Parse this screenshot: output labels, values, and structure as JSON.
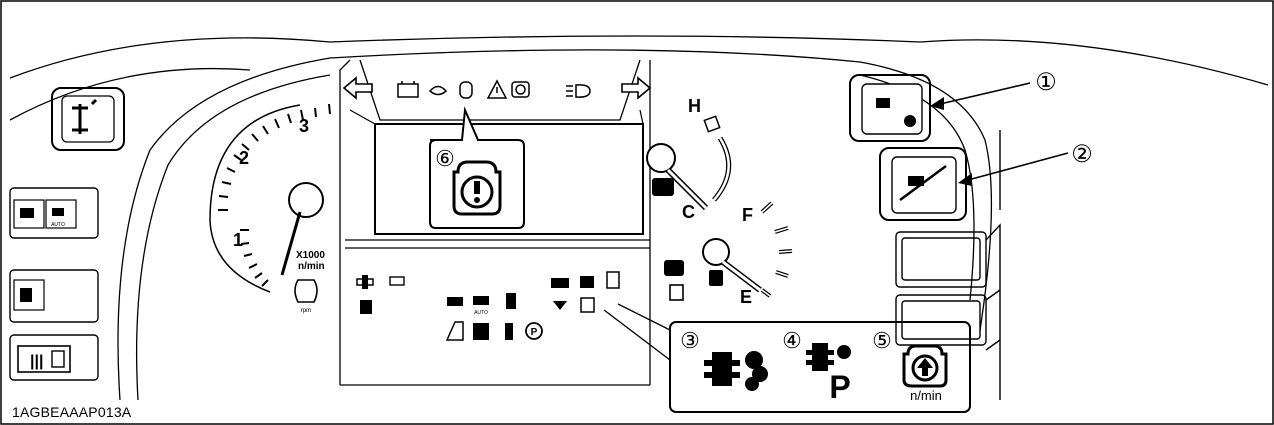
{
  "figure_id": "1AGBEAAAP013A",
  "tachometer": {
    "ticks": [
      "1",
      "2",
      "3"
    ],
    "multiplier": "X1000",
    "unit": "n/min",
    "rpm_label": "rpm"
  },
  "temperature_gauge": {
    "hot": "H",
    "cold": "C"
  },
  "fuel_gauge": {
    "full": "F",
    "empty": "E"
  },
  "callouts": {
    "c1": "①",
    "c2": "②",
    "c3": "③",
    "c4": "④",
    "c5": "⑤",
    "c6": "⑥"
  },
  "legend": {
    "item5_unit": "n/min",
    "item4_letter": "P"
  },
  "small_labels": {
    "auto": "AUTO",
    "auto2": "AUTO"
  }
}
